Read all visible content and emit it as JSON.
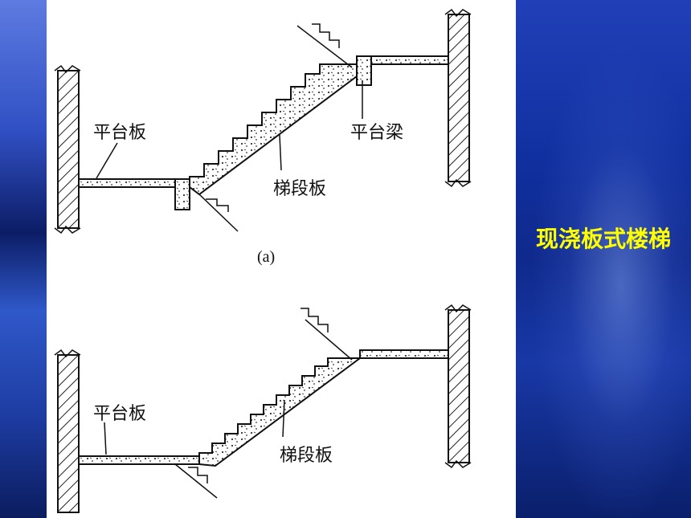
{
  "slide": {
    "title": "现浇板式楼梯",
    "title_color": "#ffff00"
  },
  "figure_a": {
    "caption": "(a)",
    "label_landing_slab": "平台板",
    "label_landing_beam": "平台梁",
    "label_stair_slab": "梯段板"
  },
  "figure_b": {
    "label_landing_slab": "平台板",
    "label_stair_slab": "梯段板"
  }
}
